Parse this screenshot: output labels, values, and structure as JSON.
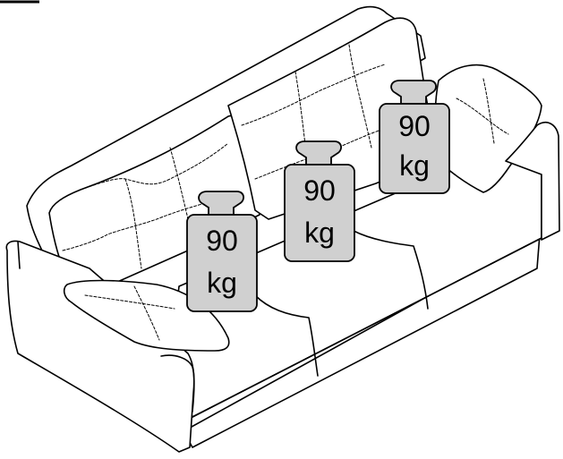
{
  "colors": {
    "line": "#000000",
    "weight_fill": "#d0d0d0",
    "sofa_fill": "#ffffff"
  },
  "weights": [
    {
      "value": "90",
      "unit": "kg"
    },
    {
      "value": "90",
      "unit": "kg"
    },
    {
      "value": "90",
      "unit": "kg"
    }
  ]
}
